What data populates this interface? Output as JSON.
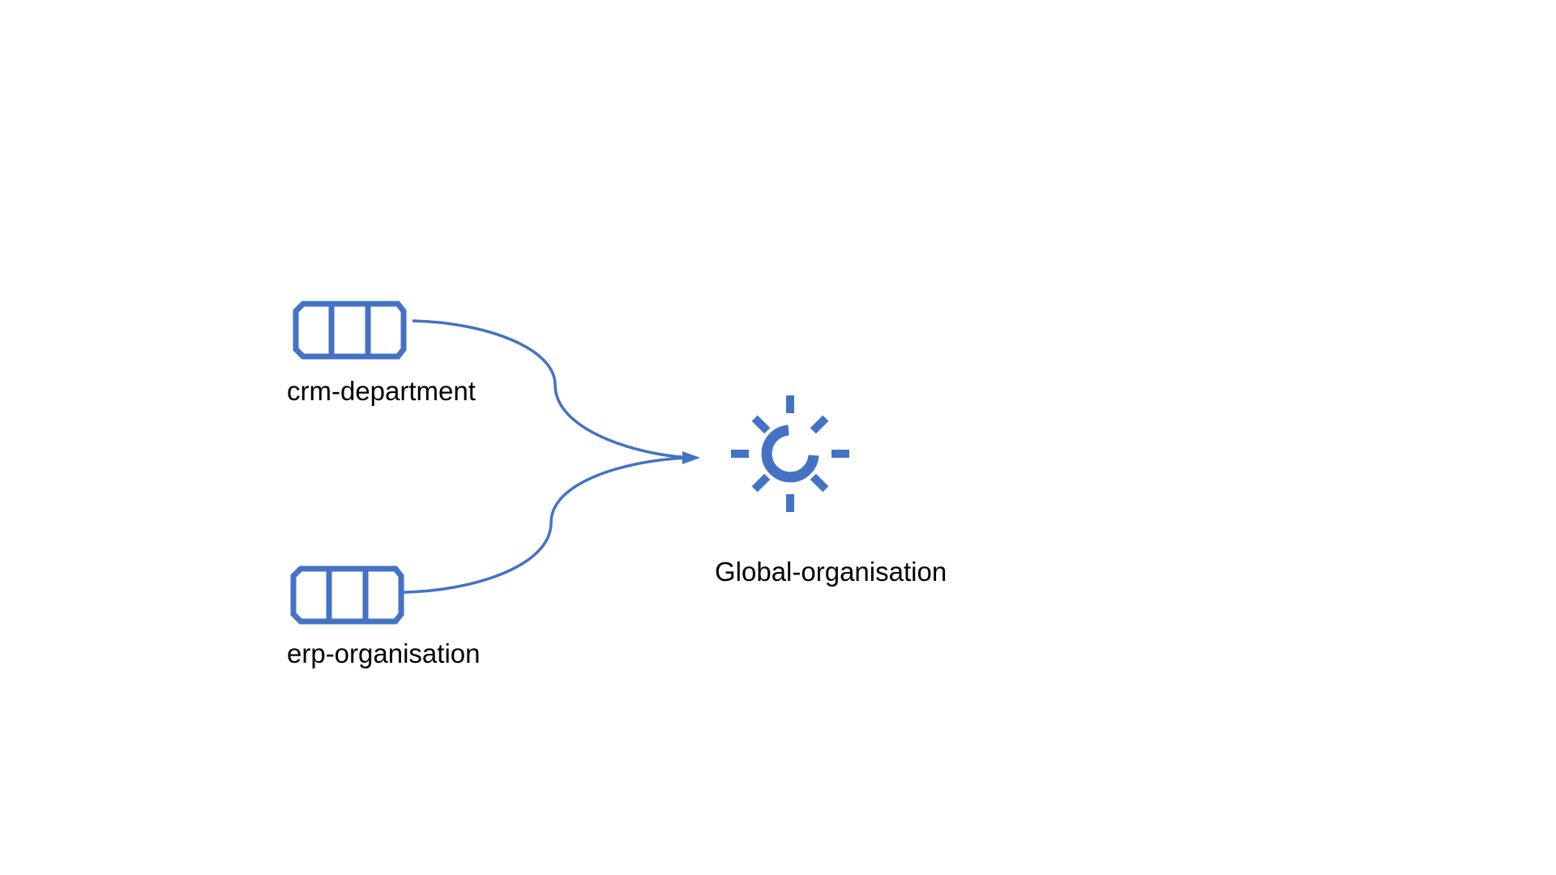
{
  "colors": {
    "accent": "#4472C4",
    "label": "#000000",
    "background": "#FFFFFF"
  },
  "nodes": {
    "crm": {
      "label": "crm-department",
      "icon": "queue-icon"
    },
    "erp": {
      "label": "erp-organisation",
      "icon": "queue-icon"
    },
    "global": {
      "label": "Global-organisation",
      "icon": "hub-icon"
    }
  },
  "edges": [
    {
      "from": "crm-department",
      "to": "Global-organisation"
    },
    {
      "from": "erp-organisation",
      "to": "Global-organisation"
    }
  ]
}
